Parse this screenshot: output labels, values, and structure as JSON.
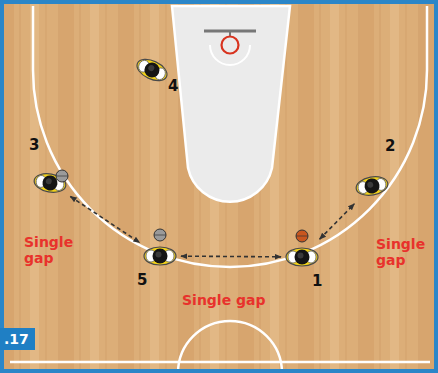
{
  "diagram": {
    "nodes": [
      {
        "text": [
          "4"
        ]
      },
      {
        "text": [
          "3"
        ]
      },
      {
        "text": [
          "2"
        ]
      },
      {
        "text": [
          "5"
        ]
      },
      {
        "text": [
          "1"
        ]
      }
    ],
    "edges": [
      {
        "from": 1,
        "to": 3,
        "arrow": "both"
      },
      {
        "from": 3,
        "to": 4,
        "arrow": "both"
      },
      {
        "from": 4,
        "to": 2,
        "arrow": "both"
      }
    ],
    "labels": [
      "Single gap",
      "Single gap",
      "Single gap",
      ".17"
    ]
  }
}
